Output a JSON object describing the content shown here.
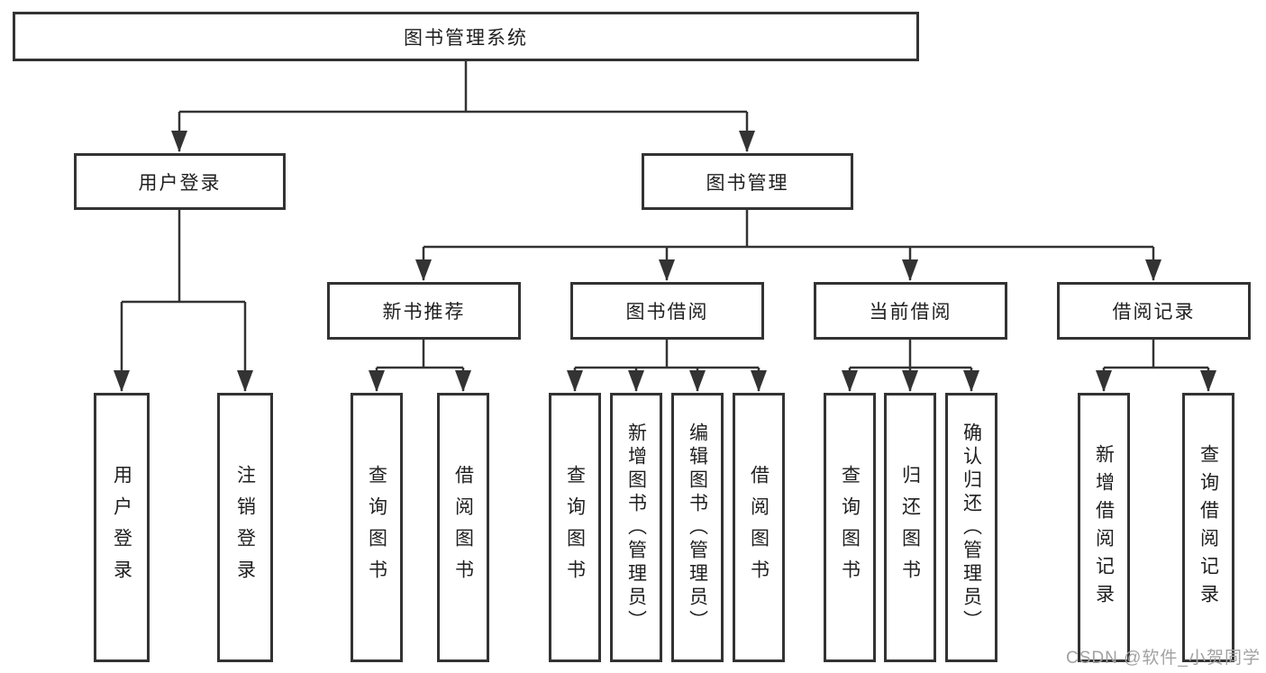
{
  "diagram": {
    "watermark": "CSDN @软件_小贺同学",
    "colors": {
      "line": "#333333",
      "box_border": "#333333",
      "text": "#1f1f1f",
      "watermark": "#a2a2a2",
      "background": "#ffffff"
    },
    "tree": {
      "label": "图书管理系统",
      "children": [
        {
          "label": "用户登录",
          "children": [
            {
              "label": "用户登录"
            },
            {
              "label": "注销登录"
            }
          ]
        },
        {
          "label": "图书管理",
          "children": [
            {
              "label": "新书推荐",
              "children": [
                {
                  "label": "查询图书"
                },
                {
                  "label": "借阅图书"
                }
              ]
            },
            {
              "label": "图书借阅",
              "children": [
                {
                  "label": "查询图书"
                },
                {
                  "label": "新增图书（管理员）"
                },
                {
                  "label": "编辑图书（管理员）"
                },
                {
                  "label": "借阅图书"
                }
              ]
            },
            {
              "label": "当前借阅",
              "children": [
                {
                  "label": "查询图书"
                },
                {
                  "label": "归还图书"
                },
                {
                  "label": "确认归还（管理员）"
                }
              ]
            },
            {
              "label": "借阅记录",
              "children": [
                {
                  "label": "新增借阅记录"
                },
                {
                  "label": "查询借阅记录"
                }
              ]
            }
          ]
        }
      ]
    }
  }
}
